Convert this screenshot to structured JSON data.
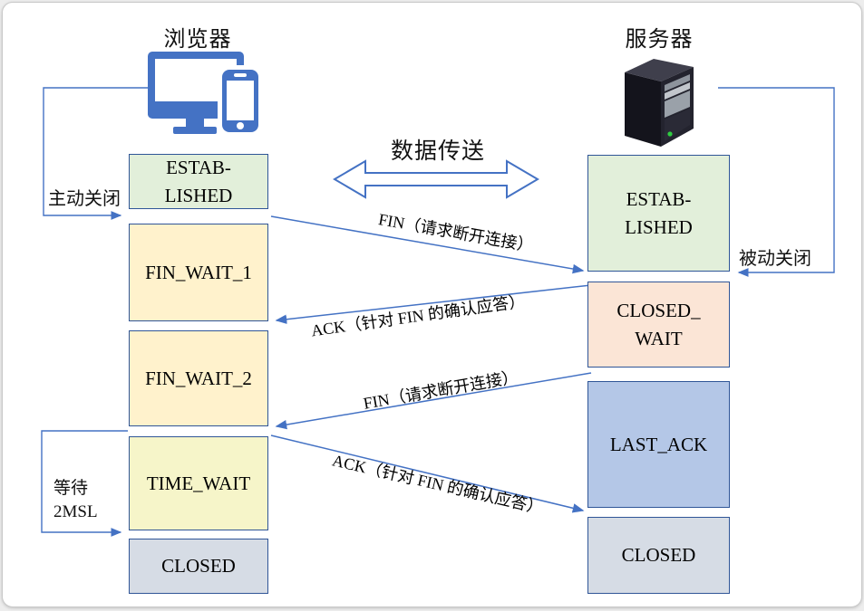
{
  "client": {
    "title": "浏览器",
    "states": [
      {
        "name": "ESTABLISHED",
        "label": "ESTAB-\nLISHED",
        "fill": "#E2EFDA"
      },
      {
        "name": "FIN_WAIT_1",
        "label": "FIN_WAIT_1",
        "fill": "#FFF2CC"
      },
      {
        "name": "FIN_WAIT_2",
        "label": "FIN_WAIT_2",
        "fill": "#FFF2CC"
      },
      {
        "name": "TIME_WAIT",
        "label": "TIME_WAIT",
        "fill": "#F6F5C9"
      },
      {
        "name": "CLOSED",
        "label": "CLOSED",
        "fill": "#D6DCE5"
      }
    ],
    "annotations": {
      "active_close": "主动关闭",
      "wait_2msl": "等待\n2MSL"
    }
  },
  "server": {
    "title": "服务器",
    "states": [
      {
        "name": "ESTABLISHED",
        "label": "ESTAB-\nLISHED",
        "fill": "#E2EFDA"
      },
      {
        "name": "CLOSED_WAIT",
        "label": "CLOSED_\nWAIT",
        "fill": "#FBE5D6"
      },
      {
        "name": "LAST_ACK",
        "label": "LAST_ACK",
        "fill": "#B4C7E7"
      },
      {
        "name": "CLOSED",
        "label": "CLOSED",
        "fill": "#D6DCE5"
      }
    ],
    "annotations": {
      "passive_close": "被动关闭"
    }
  },
  "messages": {
    "data_transfer": "数据传送",
    "fin1": "FIN（请求断开连接）",
    "ack1": "ACK（针对 FIN 的确认应答）",
    "fin2": "FIN（请求断开连接）",
    "ack2": "ACK（针对 FIN 的确认应答）"
  },
  "colors": {
    "line_blue": "#4472C4",
    "box_border": "#2F5597",
    "icon_blue": "#4472C4",
    "server_led_green": "#2ECC40",
    "established_fill": "#E2EFDA",
    "fin_wait_fill": "#FFF2CC",
    "time_wait_fill": "#F6F5C9",
    "closed_fill": "#D6DCE5",
    "closed_wait_fill": "#FBE5D6",
    "last_ack_fill": "#B4C7E7"
  }
}
